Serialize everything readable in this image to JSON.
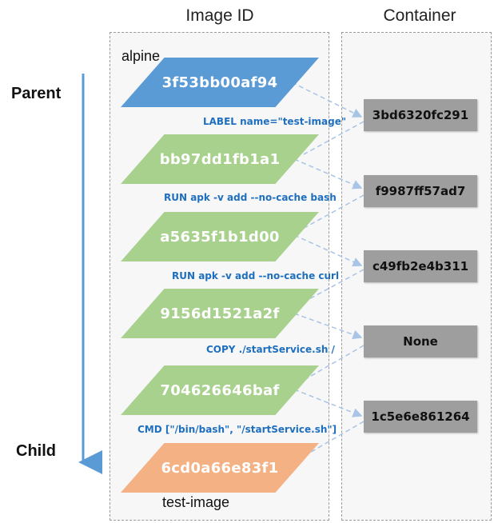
{
  "titles": {
    "image_id": "Image ID",
    "container": "Container"
  },
  "axis": {
    "parent": "Parent",
    "child": "Child"
  },
  "labels": {
    "alpine": "alpine",
    "test_image": "test-image"
  },
  "colors": {
    "base_layer": "#5b9bd5",
    "mid_layer": "#a9d18e",
    "final_layer": "#f4b183",
    "container_box": "#9e9e9e",
    "command_text": "#1f6fbf",
    "dashed_arrow": "#a8c4e6"
  },
  "layers": [
    {
      "id": "3f53bb00af94",
      "color": "#5b9bd5"
    },
    {
      "id": "bb97dd1fb1a1",
      "color": "#a9d18e"
    },
    {
      "id": "a5635f1b1d00",
      "color": "#a9d18e"
    },
    {
      "id": "9156d1521a2f",
      "color": "#a9d18e"
    },
    {
      "id": "704626646baf",
      "color": "#a9d18e"
    },
    {
      "id": "6cd0a66e83f1",
      "color": "#f4b183"
    }
  ],
  "commands": [
    "LABEL name=\"test-image\"",
    "RUN apk -v add --no-cache bash",
    "RUN apk -v add --no-cache curl",
    "COPY  ./startService.sh  /",
    "CMD [\"/bin/bash\", \"/startService.sh\"]"
  ],
  "containers": [
    "3bd6320fc291",
    "f9987ff57ad7",
    "c49fb2e4b311",
    "None",
    "1c5e6e861264"
  ]
}
